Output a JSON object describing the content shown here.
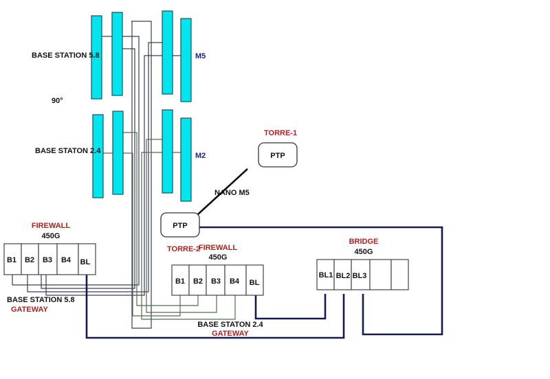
{
  "colors": {
    "antenna_fill": "#00e5ee",
    "label_red": "#b02020",
    "label_blue": "#1a237e",
    "link_dark_blue": "#141a52",
    "wire_58": "#3a3d55",
    "wire_24": "#4f6e4f"
  },
  "labels": {
    "base_station_58": "BASE STATION 5.8",
    "angle": "90°",
    "base_station_24": "BASE STATON 2.4",
    "m5": "M5",
    "m2": "M2",
    "torre1": "TORRE-1",
    "torre2": "TORRE-2",
    "nano_m5": "NANO M5",
    "ptp1": "PTP",
    "ptp2": "PTP"
  },
  "firewall_left": {
    "title": "FIREWALL",
    "model": "450G",
    "ports": [
      "B1",
      "B2",
      "B3",
      "B4",
      "BL"
    ],
    "caption": "BASE STATION 5.8",
    "caption_sub": "GATEWAY"
  },
  "firewall_right": {
    "title": "FIREWALL",
    "model": "450G",
    "ports": [
      "B1",
      "B2",
      "B3",
      "B4",
      "BL"
    ],
    "caption": "BASE STATON 2.4",
    "caption_sub": "GATEWAY"
  },
  "bridge": {
    "title": "BRIDGE",
    "model": "450G",
    "ports": [
      "BL1",
      "BL2",
      "BL3",
      "",
      ""
    ]
  }
}
